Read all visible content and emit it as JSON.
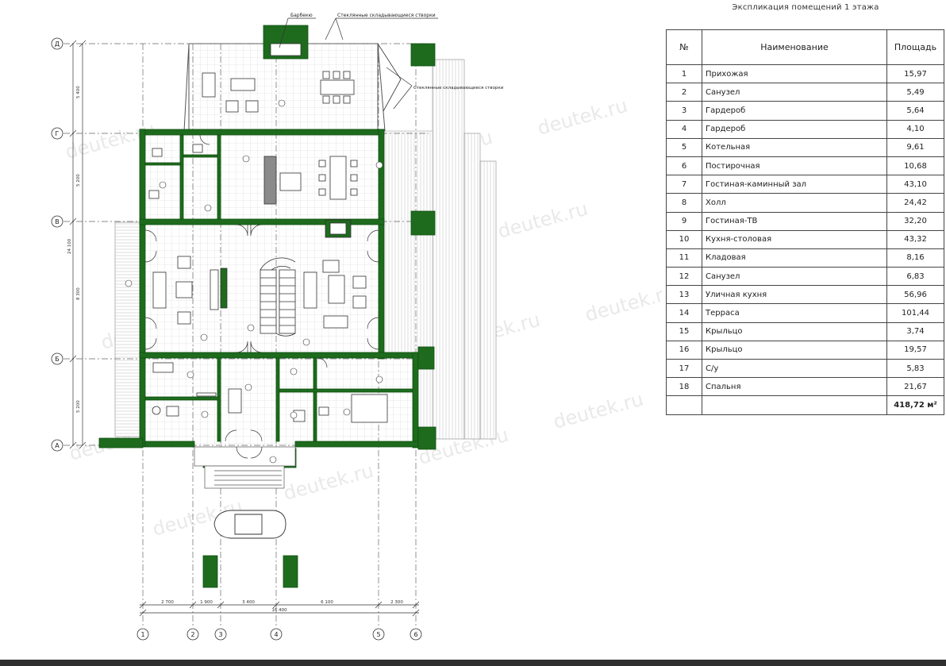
{
  "table": {
    "title": "Экспликация помещений 1 этажа",
    "headers": [
      "№",
      "Наименование",
      "Площадь"
    ],
    "rows": [
      [
        "1",
        "Прихожая",
        "15,97"
      ],
      [
        "2",
        "Санузел",
        "5,49"
      ],
      [
        "3",
        "Гардероб",
        "5,64"
      ],
      [
        "4",
        "Гардероб",
        "4,10"
      ],
      [
        "5",
        "Котельная",
        "9,61"
      ],
      [
        "6",
        "Постирочная",
        "10,68"
      ],
      [
        "7",
        "Гостиная-каминный зал",
        "43,10"
      ],
      [
        "8",
        "Холл",
        "24,42"
      ],
      [
        "9",
        "Гостиная-ТВ",
        "32,20"
      ],
      [
        "10",
        "Кухня-столовая",
        "43,32"
      ],
      [
        "11",
        "Кладовая",
        "8,16"
      ],
      [
        "12",
        "Санузел",
        "6,83"
      ],
      [
        "13",
        "Уличная кухня",
        "56,96"
      ],
      [
        "14",
        "Терраса",
        "101,44"
      ],
      [
        "15",
        "Крыльцо",
        "3,74"
      ],
      [
        "16",
        "Крыльцо",
        "19,57"
      ],
      [
        "17",
        "С/у",
        "5,83"
      ],
      [
        "18",
        "Спальня",
        "21,67"
      ]
    ],
    "total": "418,72 м²"
  },
  "plan": {
    "annotations": {
      "barbecue": "Барбекю",
      "glass_doors_top": "Стеклянные складывающиеся створки",
      "glass_doors_side": "Стеклянные складывающиеся створки"
    },
    "axes_letters": [
      "Д",
      "Г",
      "В",
      "Б",
      "А"
    ],
    "axes_numbers": [
      "1",
      "2",
      "3",
      "4",
      "5",
      "6"
    ],
    "dims_vertical": [
      "5 400",
      "5 200",
      "8 300",
      "5 200"
    ],
    "dim_vertical_total": "24 100",
    "dims_horizontal": [
      "2 700",
      "1 900",
      "3 400",
      "6 100",
      "2 300"
    ],
    "dim_horizontal_total": "16 400",
    "watermark": "deutek.ru",
    "colors": {
      "wall": "#1e6b1e",
      "wall_dark": "#0f4f0f",
      "line": "#333333"
    }
  }
}
